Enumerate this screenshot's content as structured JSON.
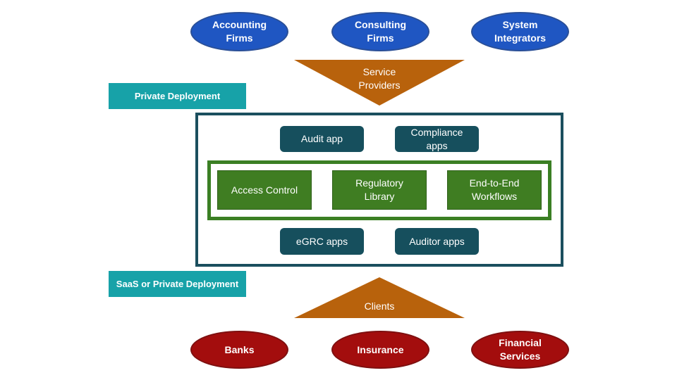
{
  "service_providers": {
    "items": [
      {
        "label": "Accounting\nFirms"
      },
      {
        "label": "Consulting\nFirms"
      },
      {
        "label": "System\nIntegrators"
      }
    ],
    "funnel_label": "Service\nProviders"
  },
  "deployment_labels": {
    "private": "Private Deployment",
    "saas": "SaaS or Private Deployment"
  },
  "apps": {
    "audit": "Audit app",
    "compliance": "Compliance\napps",
    "egrc": "eGRC apps",
    "auditor": "Auditor apps"
  },
  "core": {
    "access_control": "Access Control",
    "regulatory_library": "Regulatory\nLibrary",
    "workflows": "End-to-End\nWorkflows"
  },
  "clients": {
    "funnel_label": "Clients",
    "items": [
      {
        "label": "Banks"
      },
      {
        "label": "Insurance"
      },
      {
        "label": "Financial\nServices"
      }
    ]
  },
  "colors": {
    "provider_blue": "#1f56c2",
    "client_red": "#a30d0d",
    "triangle_orange": "#b8620c",
    "teal": "#17a2a8",
    "dark_teal": "#164f5d",
    "green": "#3f7d22"
  }
}
